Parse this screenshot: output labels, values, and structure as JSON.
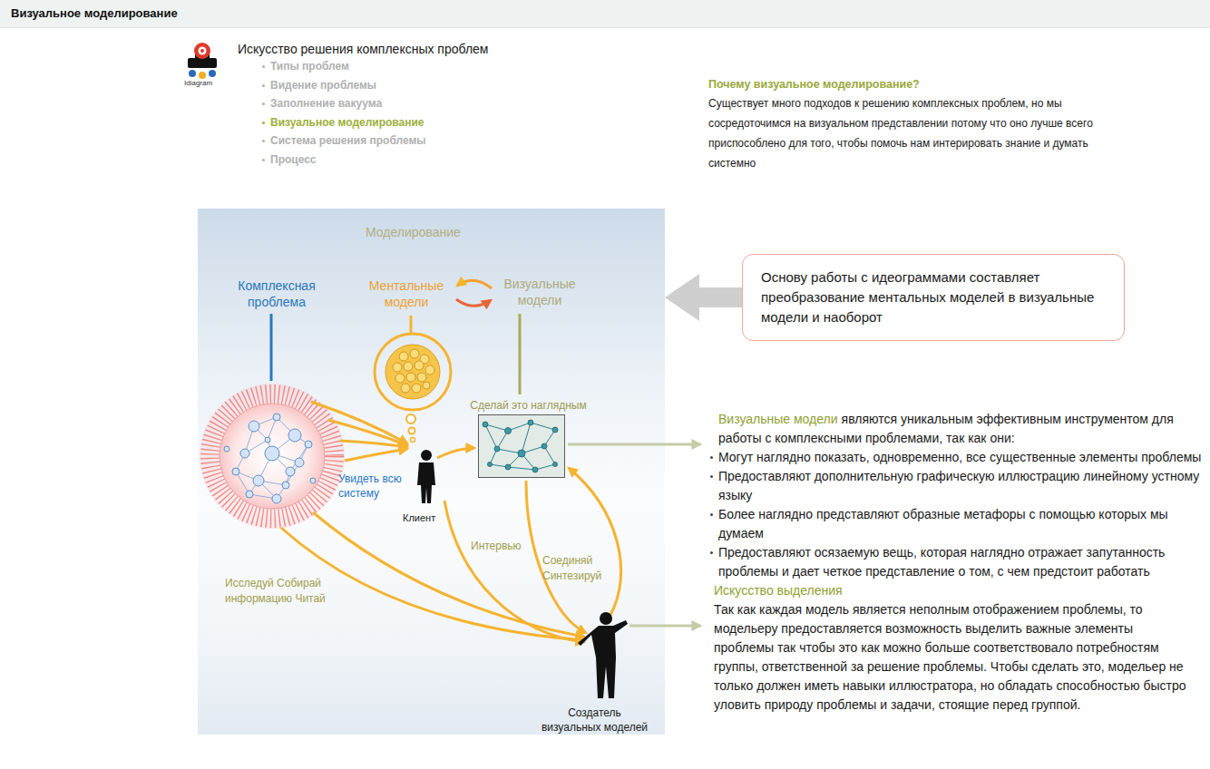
{
  "diagram": {
    "title": "Визуальное моделирование",
    "nodes": [
      {
        "text": [
          "Моделирование"
        ]
      },
      {
        "text": [
          "Основу работы с идеограммами составляет преобразование ментальных моделей в визуальные модели и наоборот"
        ]
      },
      {
        "text": [
          "Сделай это наглядным"
        ],
        "in": 0
      }
    ],
    "edges": [
      {
        "from": 1,
        "to": 0,
        "arrow": "to"
      }
    ],
    "labels": [
      "Idiagram",
      "Искусство решения комплексных проблем",
      "Типы проблем",
      "Видение проблемы",
      "Заполнение вакуума",
      "Визуальное моделирование",
      "Система решения проблемы",
      "Процесс",
      "Почему визуальное моделирование?",
      "Существует много подходов к решению комплексных проблем, но мы сосредоточимся на визуальном представлении потому что оно лучше всего приспособлено для того, чтобы помочь нам интерировать знание и думать системно",
      "Комплексная проблема",
      "Ментальные модели",
      "Визуальные модели",
      "Увидеть всю систему",
      "Клиент",
      "Интервью",
      "Соединяй Синтезируй",
      "Исследуй Собирай информацию Читай",
      "Создатель визуальных моделей",
      "Визуальные модели",
      "являются уникальным эффективным инструментом для работы с комплексными проблемами, так как они:",
      "Могут наглядно показать, одновременно, все существенные элементы проблемы",
      "Предоставляют дополнительную графическую иллюстрацию линейному устному языку",
      "Более наглядно представляют образные метафоры с помощью которых мы думаем",
      "Предоставляют осязаемую вещь, которая наглядно отражает запутанность проблемы и дает четкое представление о том, с чем предстоит работать",
      "Искусство выделения",
      "Так как каждая модель является неполным отображением проблемы, то модельеру предоставляется возможность выделить важные элементы проблемы так чтобы это как можно больше соответствовало потребностям группы, ответственной за решение проблемы. Чтобы сделать это, модельер не только должен иметь навыки иллюстратора, но обладать способностью быстро уловить природу проблемы и задачи, стоящие перед группой."
    ]
  }
}
